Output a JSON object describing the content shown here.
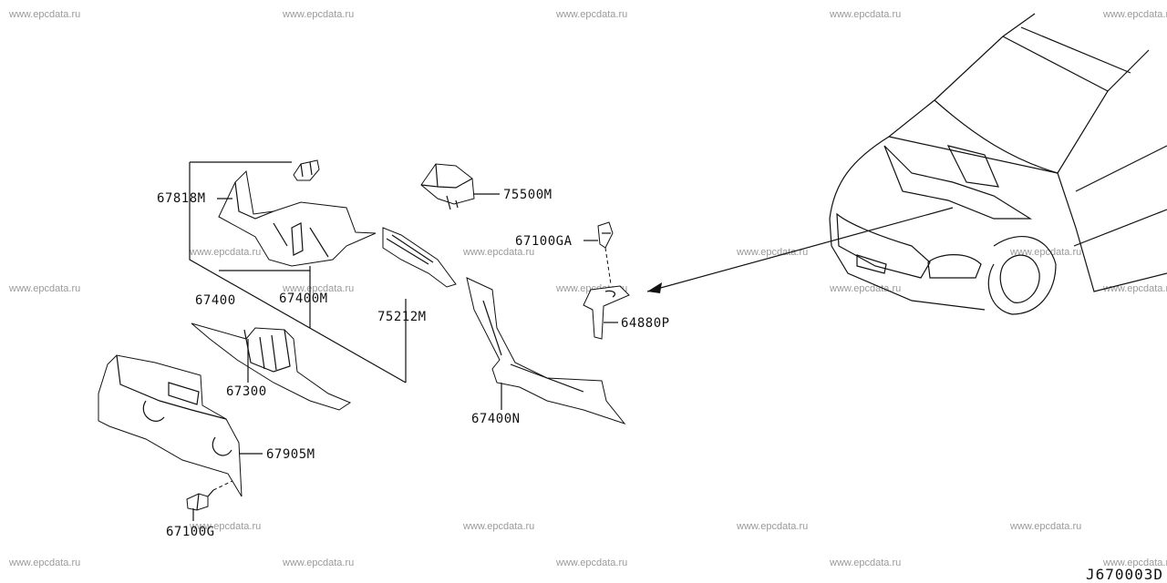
{
  "watermark_text": "www.epcdata.ru",
  "diagram_code": "J670003D",
  "parts": {
    "p67818M": "67818M",
    "p67400": "67400",
    "p67400M": "67400M",
    "p75212M": "75212M",
    "p67300": "67300",
    "p67905M": "67905M",
    "p67100G": "67100G",
    "p75500M": "75500M",
    "p67100GA": "67100GA",
    "p64880P": "64880P",
    "p67400N": "67400N"
  }
}
